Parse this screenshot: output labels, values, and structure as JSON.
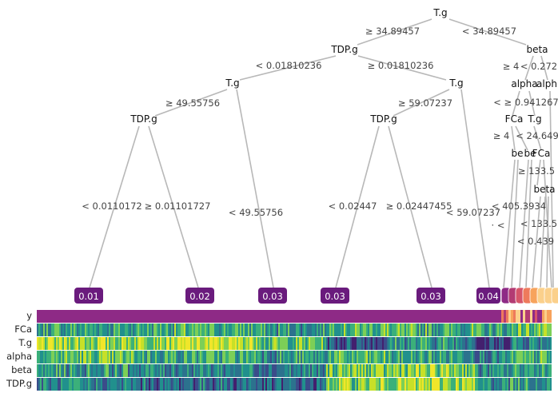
{
  "colors": {
    "edge": "#b8b8b8",
    "leaf_fill": "#6a1b7d",
    "leaf_text": "#ffffff",
    "y_strip": "#8e2a86",
    "feature_palette": [
      "#43206e",
      "#3b4c8a",
      "#2c728e",
      "#21908d",
      "#3bb07a",
      "#7ccf57",
      "#c7e028",
      "#f0e62a"
    ],
    "small_leaf_palette": [
      "#8e2a86",
      "#b33b73",
      "#d6556a",
      "#ee7a5c",
      "#f7a35c",
      "#fbd08b"
    ]
  },
  "tree": {
    "nodes": [
      {
        "id": "root",
        "label": "T.g"
      },
      {
        "id": "n_tdp_top",
        "label": "TDP.g"
      },
      {
        "id": "n_beta_top",
        "label": "beta"
      },
      {
        "id": "n_tg_left",
        "label": "T.g"
      },
      {
        "id": "n_tg_right",
        "label": "T.g"
      },
      {
        "id": "n_tdp_left",
        "label": "TDP.g"
      },
      {
        "id": "n_tdp_right",
        "label": "TDP.g"
      },
      {
        "id": "n_alpha1",
        "label": "alpha"
      },
      {
        "id": "n_alpha2",
        "label": "alph"
      },
      {
        "id": "n_fca1",
        "label": "FCa"
      },
      {
        "id": "n_tg_small",
        "label": "T.g"
      },
      {
        "id": "n_be1",
        "label": "be"
      },
      {
        "id": "n_be2",
        "label": "be"
      },
      {
        "id": "n_fca2",
        "label": "FCa"
      },
      {
        "id": "n_beta2",
        "label": "beta"
      }
    ],
    "edge_labels": [
      "≥ 34.89457",
      "< 34.89457",
      "< 0.01810236",
      "≥ 0.01810236",
      "≥ 49.55756",
      "< 49.55756",
      "≥ 59.07237",
      "< 59.07237",
      "< 0.0110172",
      "≥ 0.01101727",
      "< 0.02447",
      "≥ 0.02447455",
      "≥ 4",
      "< 0.272",
      "< ≥ 0.941267",
      "≥ 4",
      "< 24.649",
      "≥ 133.5",
      "< 405.3934",
      "< 133.5",
      "< 0.439",
      "·  <"
    ],
    "leaves": [
      "0.01",
      "0.02",
      "0.03",
      "0.03",
      "0.03",
      "0.04"
    ]
  },
  "heatmap": {
    "rows": [
      "y",
      "FCa",
      "T.g",
      "alpha",
      "beta",
      "TDP.g"
    ]
  }
}
